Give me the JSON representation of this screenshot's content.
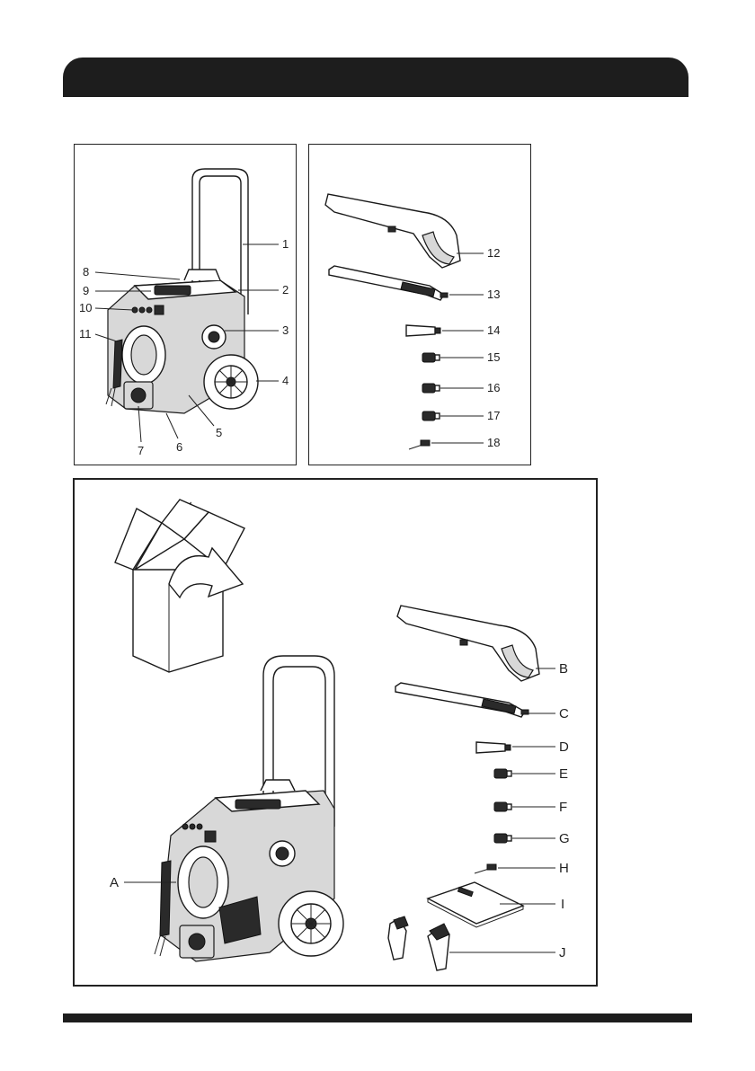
{
  "header": {
    "title": ""
  },
  "unit_labels": [
    "1",
    "2",
    "3",
    "4",
    "5",
    "6",
    "7",
    "8",
    "9",
    "10",
    "11"
  ],
  "accessory_labels": [
    "12",
    "13",
    "14",
    "15",
    "16",
    "17",
    "18"
  ],
  "package_labels": [
    "A",
    "B",
    "C",
    "D",
    "E",
    "F",
    "G",
    "H",
    "I",
    "J"
  ]
}
